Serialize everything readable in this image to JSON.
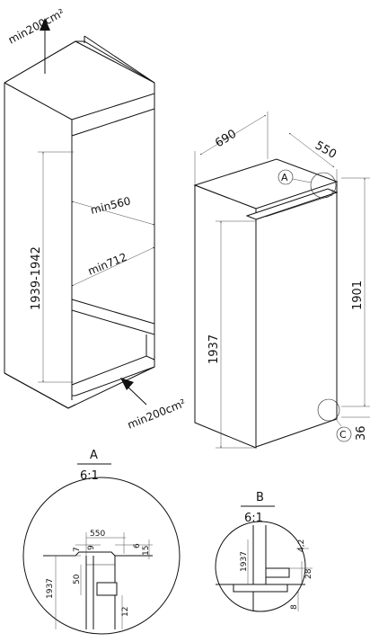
{
  "left_view": {
    "ventilation_top": "min200cm²",
    "ventilation_bottom": "min200cm²",
    "niche_height": "1939-1942",
    "niche_depth": "min560",
    "niche_width": "min712"
  },
  "right_view": {
    "width": "690",
    "depth": "550",
    "height_total": "1937",
    "height_door": "1901",
    "bottom_offset": "36",
    "marker_a": "A",
    "marker_c": "C"
  },
  "detail_a": {
    "title": "A",
    "scale": "6:1",
    "dims": [
      "550",
      "7",
      "9",
      "6",
      "15",
      "1937",
      "50",
      "12"
    ]
  },
  "detail_b": {
    "title": "B",
    "scale": "6:1",
    "dims": [
      "4,2",
      "1937",
      "28",
      "8"
    ]
  }
}
